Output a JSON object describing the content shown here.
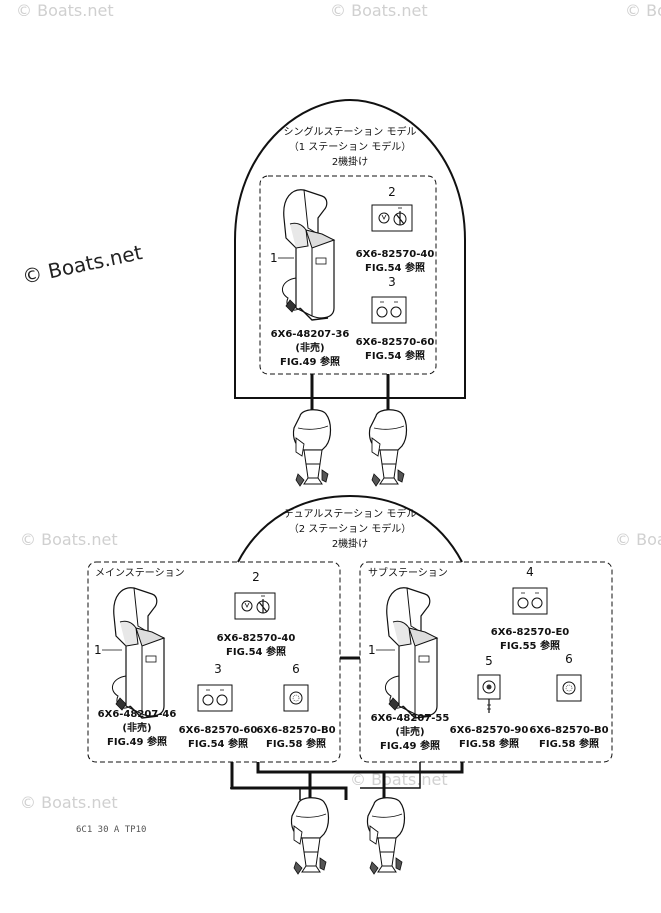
{
  "watermark": {
    "text": "© Boats.net"
  },
  "single": {
    "title1": "シングルステーション モデル",
    "title2": "（1 ステーション モデル）",
    "title3": "2機掛け",
    "c1_num": "1",
    "c1_part": "6X6-48207-36",
    "c1_note": "(非売)",
    "c1_fig": "FIG.49 参照",
    "c2_num": "2",
    "c2_part": "6X6-82570-40",
    "c2_fig": "FIG.54 参照",
    "c3_num": "3",
    "c3_part": "6X6-82570-60",
    "c3_fig": "FIG.54 参照"
  },
  "dual": {
    "title1": "デュアルステーション モデル",
    "title2": "（2 ステーション モデル）",
    "title3": "2機掛け",
    "main": {
      "label": "メインステーション",
      "c1_num": "1",
      "c1_part": "6X6-48207-46",
      "c1_note": "(非売)",
      "c1_fig": "FIG.49 参照",
      "c2_num": "2",
      "c2_part": "6X6-82570-40",
      "c2_fig": "FIG.54 参照",
      "c3_num": "3",
      "c3_part": "6X6-82570-60",
      "c3_fig": "FIG.54 参照",
      "c6_num": "6",
      "c6_part": "6X6-82570-B0",
      "c6_fig": "FIG.58 参照"
    },
    "sub": {
      "label": "サブステーション",
      "c1_num": "1",
      "c1_part": "6X6-48207-55",
      "c1_note": "(非売)",
      "c1_fig": "FIG.49 参照",
      "c4_num": "4",
      "c4_part": "6X6-82570-E0",
      "c4_fig": "FIG.55 参照",
      "c5_num": "5",
      "c5_part": "6X6-82570-90",
      "c5_fig": "FIG.58 参照",
      "c6_num": "6",
      "c6_part": "6X6-82570-B0",
      "c6_fig": "FIG.58 参照"
    }
  },
  "footer_code": "6C1 30 A TP10"
}
